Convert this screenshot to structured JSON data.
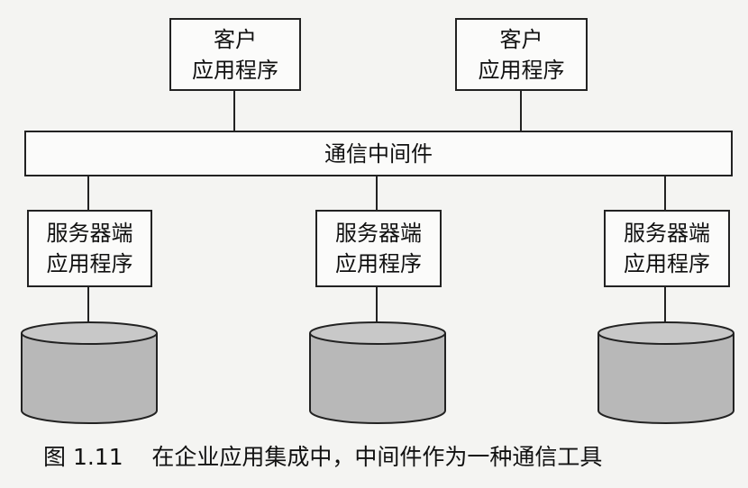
{
  "clients": [
    {
      "line1": "客户",
      "line2": "应用程序"
    },
    {
      "line1": "客户",
      "line2": "应用程序"
    }
  ],
  "middleware": {
    "label": "通信中间件"
  },
  "servers": [
    {
      "line1": "服务器端",
      "line2": "应用程序"
    },
    {
      "line1": "服务器端",
      "line2": "应用程序"
    },
    {
      "line1": "服务器端",
      "line2": "应用程序"
    }
  ],
  "caption": {
    "number": "图 1.11",
    "text": "在企业应用集成中，中间件作为一种通信工具"
  },
  "colors": {
    "database_fill": "#b8b8b8",
    "line": "#222222"
  }
}
